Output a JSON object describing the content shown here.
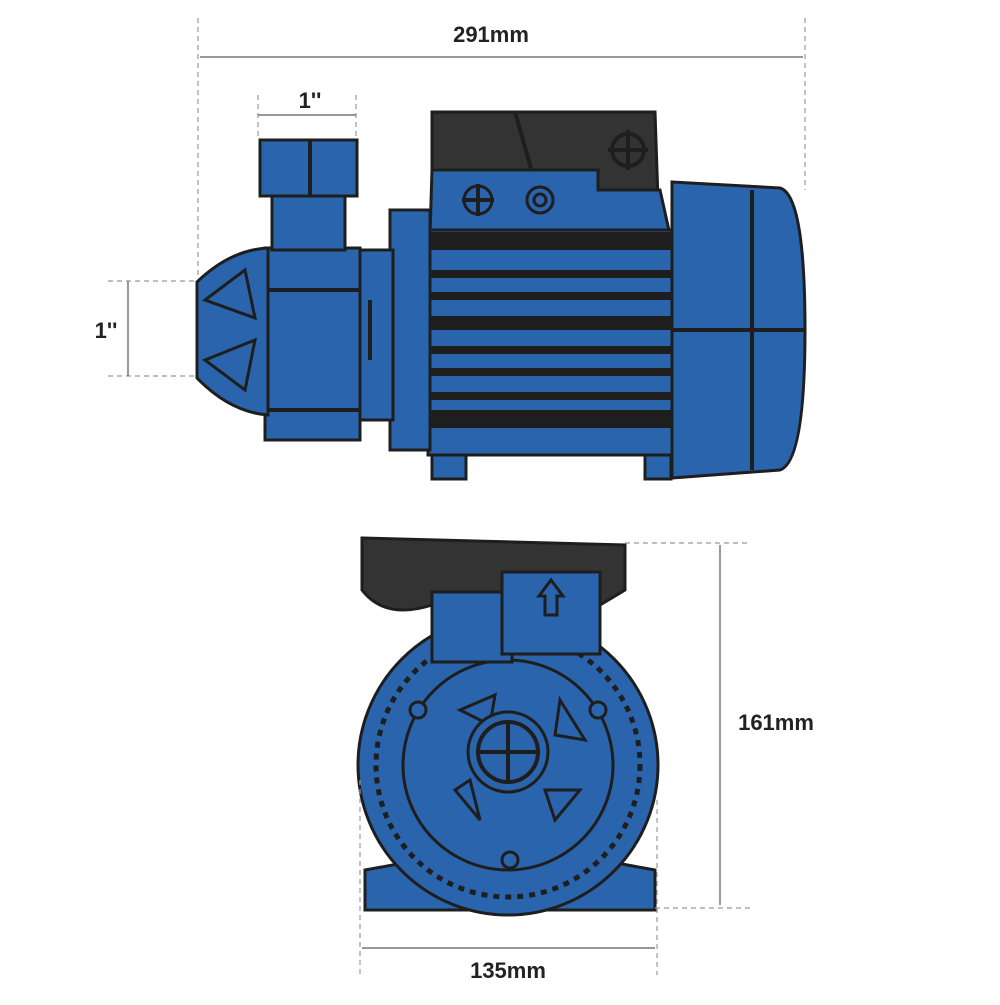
{
  "dimensions": {
    "overall_length": "291mm",
    "outlet_size": "1''",
    "inlet_size": "1''",
    "height": "161mm",
    "width": "135mm"
  },
  "colors": {
    "body": "#2a64ad",
    "terminal_box": "#333333",
    "outline": "#1e1e1e"
  }
}
